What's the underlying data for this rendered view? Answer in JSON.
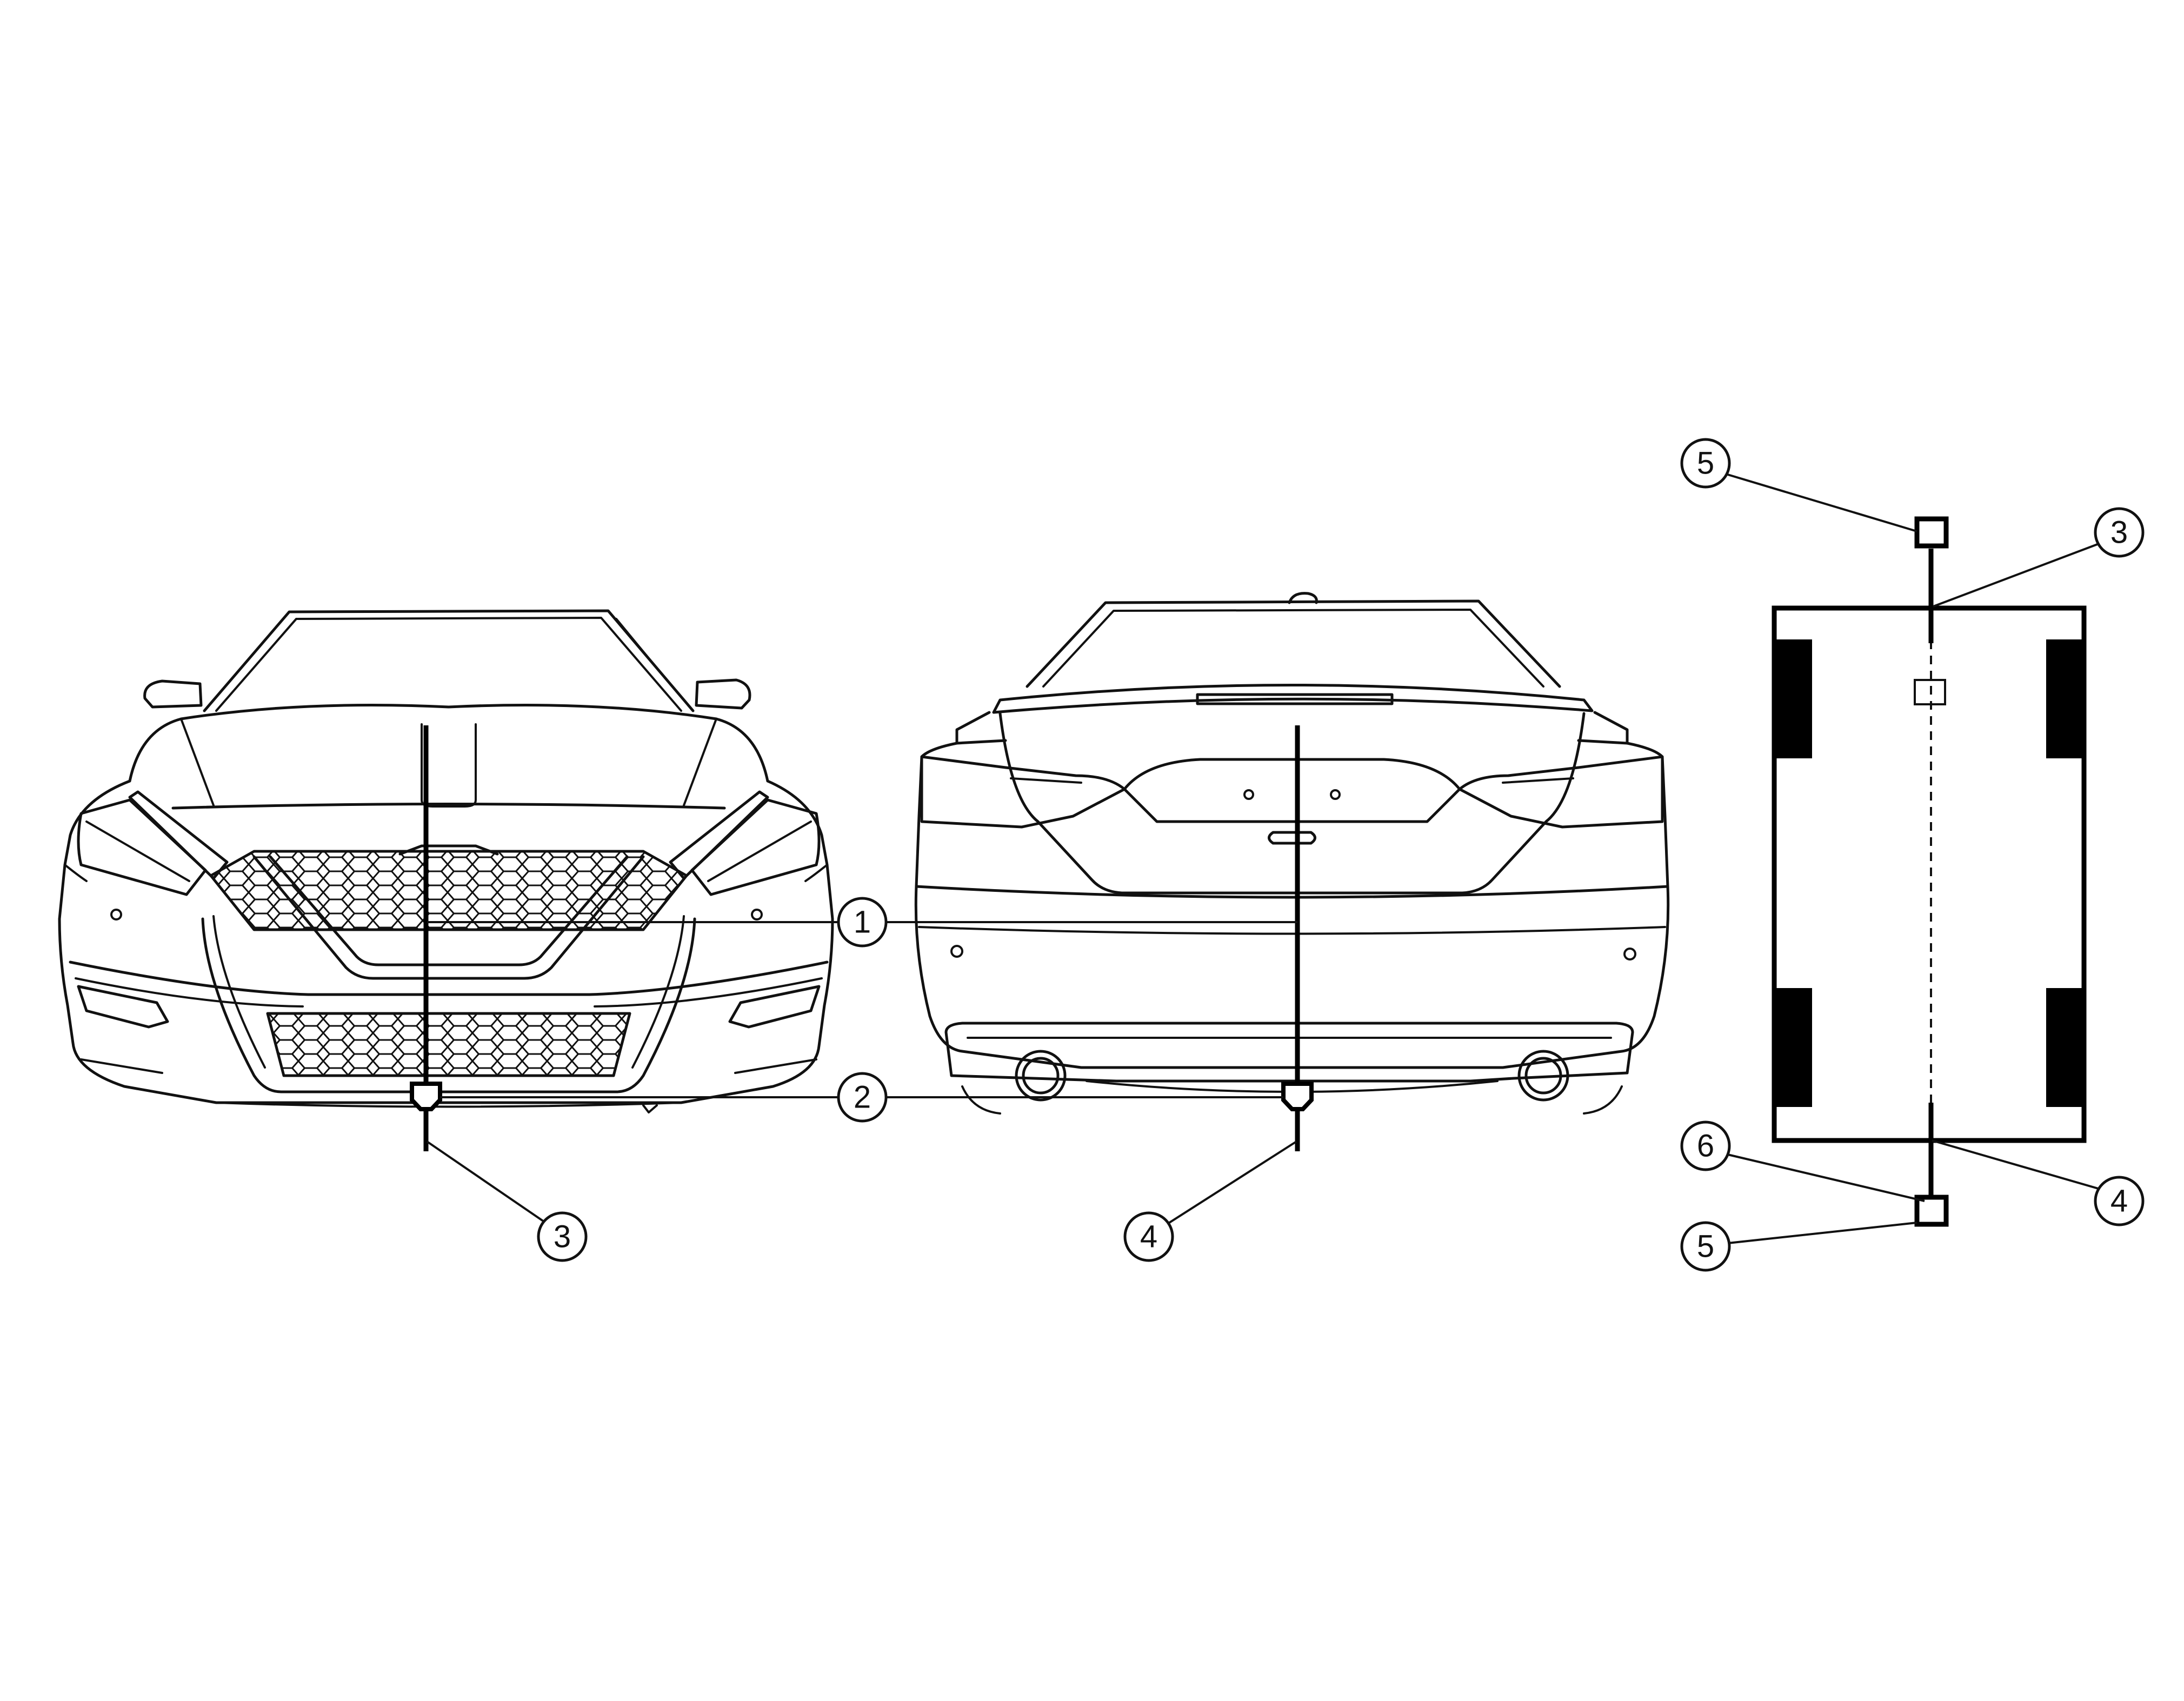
{
  "callouts": {
    "c1": "1",
    "c2": "2",
    "c3_front": "3",
    "c4_rear": "4",
    "c5_top": "5",
    "c3_plan": "3",
    "c6_plan": "6",
    "c4_plan": "4",
    "c5_bottom": "5"
  },
  "colors": {
    "line": "#111111",
    "background": "#ffffff"
  }
}
